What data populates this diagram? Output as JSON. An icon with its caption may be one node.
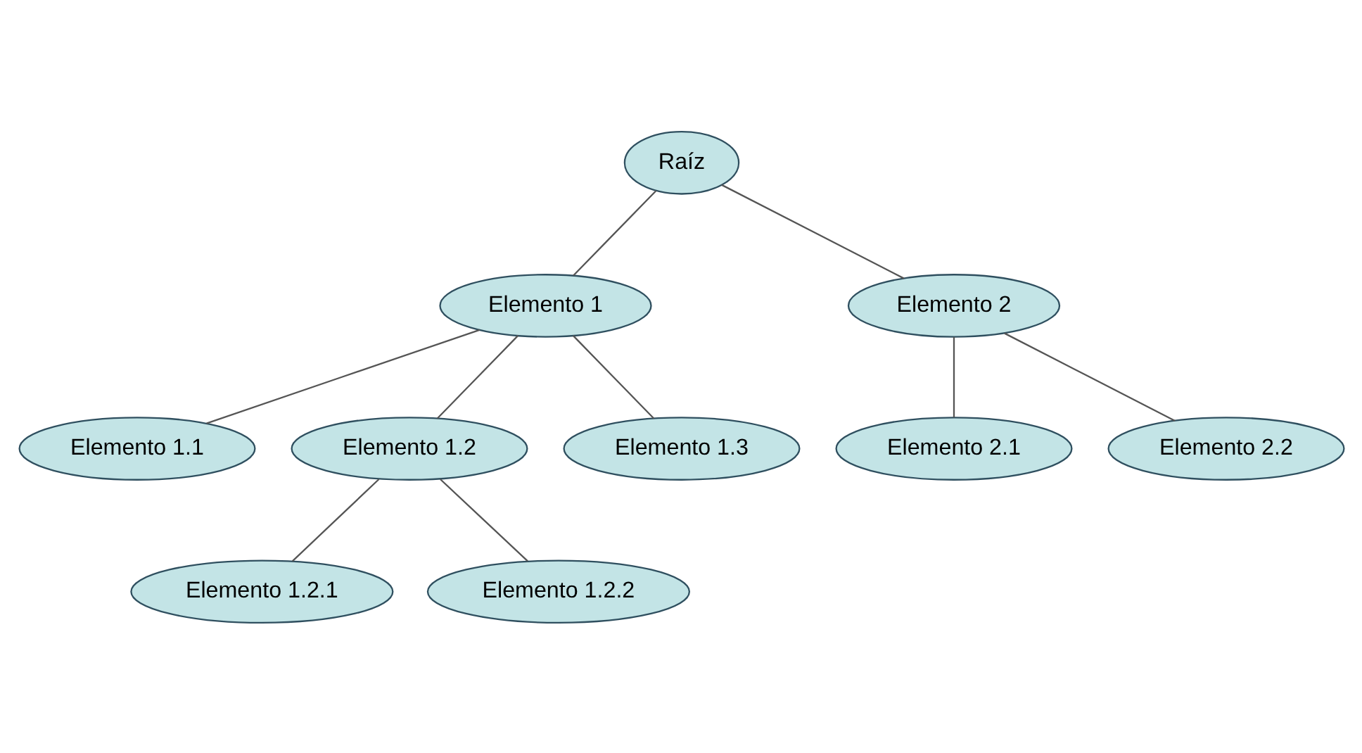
{
  "diagram": {
    "nodes": [
      {
        "text": [
          "Raíz"
        ]
      },
      {
        "text": [
          "Elemento 1"
        ]
      },
      {
        "text": [
          "Elemento 1.1"
        ]
      },
      {
        "text": [
          "Elemento 1.2"
        ]
      },
      {
        "text": [
          "Elemento 1.3"
        ]
      },
      {
        "text": [
          "Elemento 1.2.1"
        ]
      },
      {
        "text": [
          "Elemento 1.2.2"
        ]
      },
      {
        "text": [
          "Elemento 2"
        ]
      },
      {
        "text": [
          "Elemento 2.1"
        ]
      },
      {
        "text": [
          "Elemento 2.2"
        ]
      }
    ],
    "edges": [
      {
        "from": 0,
        "to": 1,
        "arrow": "none"
      },
      {
        "from": 0,
        "to": 7,
        "arrow": "none"
      },
      {
        "from": 1,
        "to": 2,
        "arrow": "none"
      },
      {
        "from": 1,
        "to": 3,
        "arrow": "none"
      },
      {
        "from": 1,
        "to": 4,
        "arrow": "none"
      },
      {
        "from": 3,
        "to": 5,
        "arrow": "none"
      },
      {
        "from": 3,
        "to": 6,
        "arrow": "none"
      },
      {
        "from": 7,
        "to": 8,
        "arrow": "none"
      },
      {
        "from": 7,
        "to": 9,
        "arrow": "none"
      }
    ]
  }
}
